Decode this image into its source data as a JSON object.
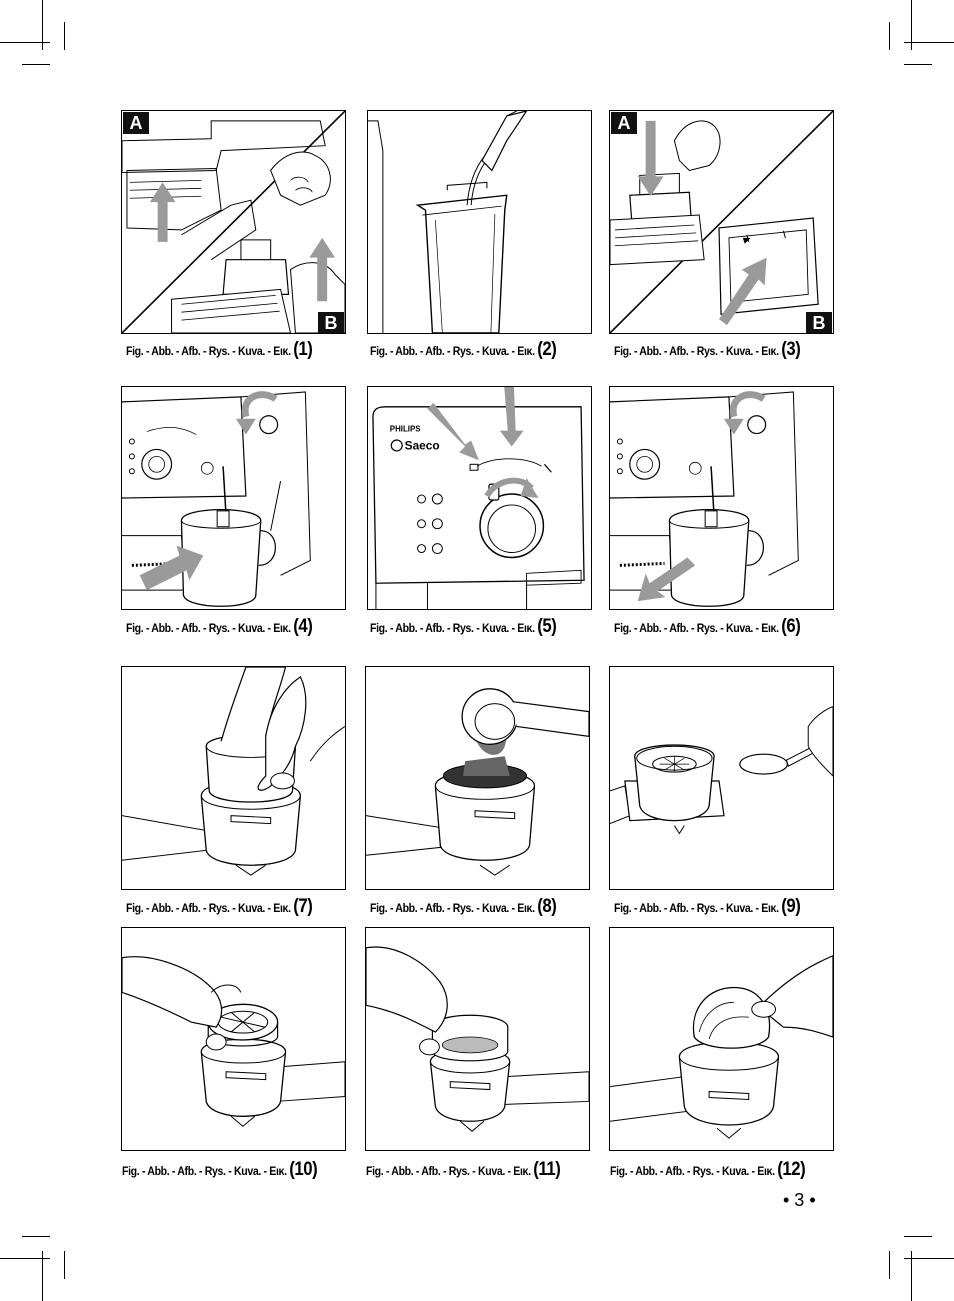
{
  "caption_prefix": "Fig. - Abb. - Afb. - Rys. - Kuva. - Εικ.",
  "figures": [
    {
      "number": "(1)",
      "badges": [
        "A",
        "B"
      ]
    },
    {
      "number": "(2)"
    },
    {
      "number": "(3)",
      "badges": [
        "A",
        "B"
      ]
    },
    {
      "number": "(4)"
    },
    {
      "number": "(5)",
      "brand_small": "PHILIPS",
      "brand_large": "Saeco"
    },
    {
      "number": "(6)"
    },
    {
      "number": "(7)"
    },
    {
      "number": "(8)"
    },
    {
      "number": "(9)"
    },
    {
      "number": "(10)"
    },
    {
      "number": "(11)"
    },
    {
      "number": "(12)"
    }
  ],
  "page_number": "• 3 •",
  "colors": {
    "ink": "#000000",
    "arrow_gray": "#9a9a9a",
    "panel_bg": "#ffffff"
  },
  "icons": [
    "crop-mark",
    "arrow",
    "coffee-cup-icon",
    "steam-icon",
    "power-icon"
  ]
}
